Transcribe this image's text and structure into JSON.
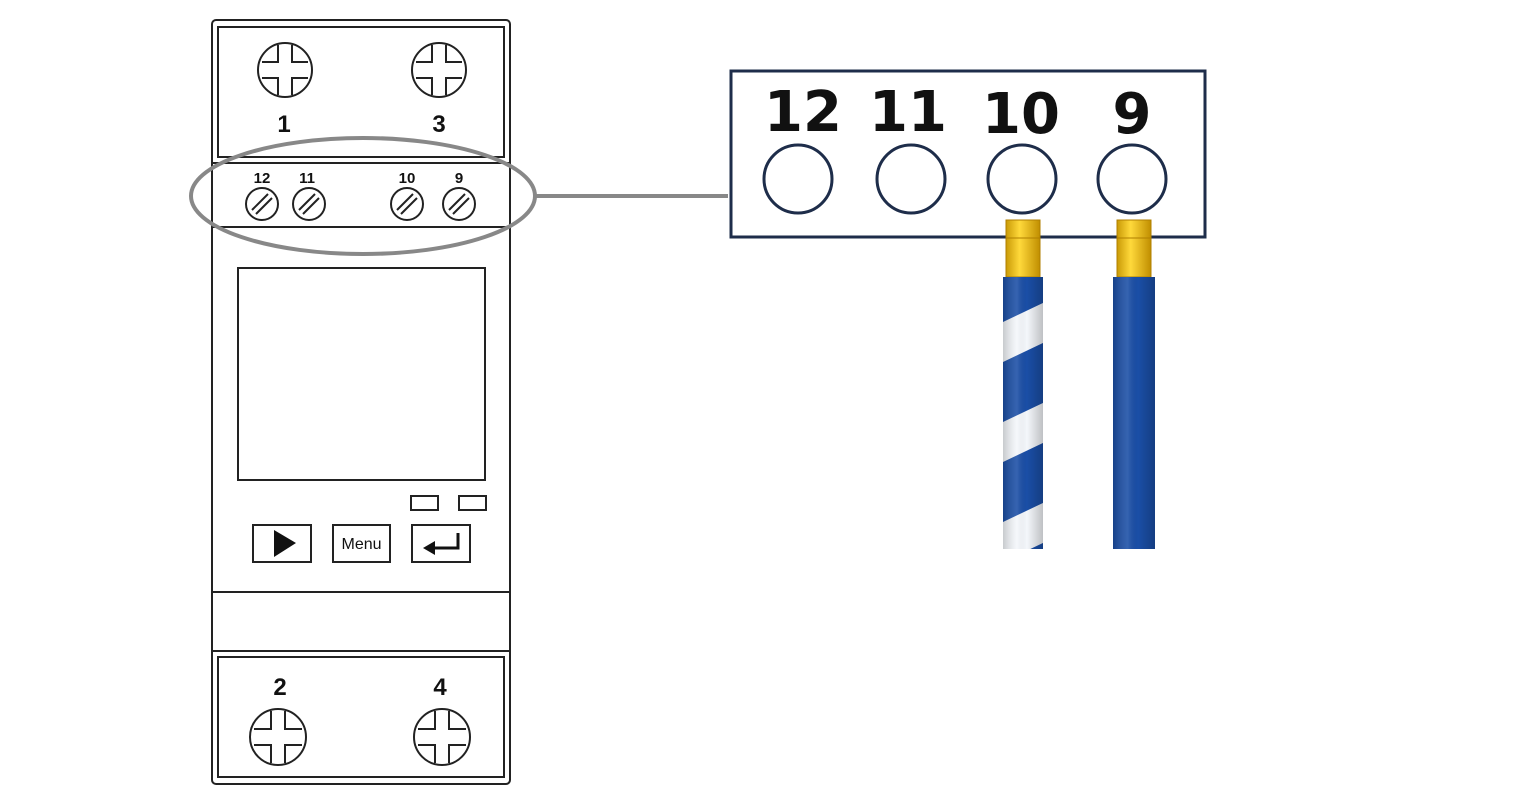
{
  "device": {
    "top_terminals": [
      "1",
      "3"
    ],
    "bottom_terminals": [
      "2",
      "4"
    ],
    "control_terminals": [
      "12",
      "11",
      "10",
      "9"
    ],
    "buttons": {
      "play_icon": "play-icon",
      "menu_label": "Menu",
      "enter_icon": "enter-icon"
    }
  },
  "terminal_block": {
    "labels": [
      "12",
      "11",
      "10",
      "9"
    ]
  },
  "wires": [
    {
      "terminal": "10",
      "pattern": "striped",
      "colors": [
        "#1a4ea6",
        "#ffffff"
      ],
      "ferrule_color": "#f2c316"
    },
    {
      "terminal": "9",
      "pattern": "solid",
      "colors": [
        "#1a4ea6"
      ],
      "ferrule_color": "#f2c316"
    }
  ],
  "colors": {
    "outline": "#222222",
    "callout": "#888888",
    "block_border": "#1e2d4a"
  }
}
